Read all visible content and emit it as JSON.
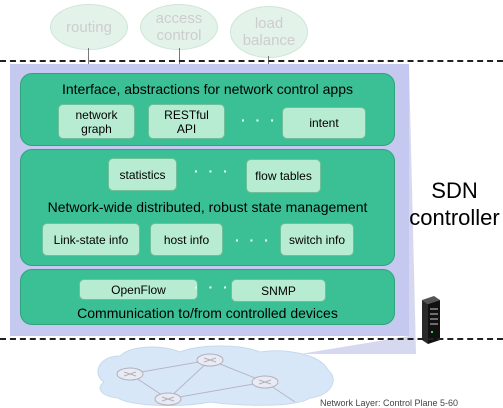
{
  "apps": [
    {
      "id": "routing",
      "label": "routing"
    },
    {
      "id": "access-control",
      "label": "access\ncontrol"
    },
    {
      "id": "load-balance",
      "label": "load\nbalance"
    }
  ],
  "controller": {
    "label": "SDN\ncontroller",
    "layers": {
      "interface": {
        "title": "Interface, abstractions for network control apps",
        "boxes": [
          "network\ngraph",
          "RESTful\nAPI",
          "intent"
        ],
        "ellipsis": "· · ·"
      },
      "state": {
        "title": "Network-wide distributed, robust  state management",
        "top_boxes": [
          "statistics",
          "flow tables"
        ],
        "bottom_boxes": [
          "Link-state info",
          "host info",
          "switch info"
        ],
        "ellipsis": "· · ·"
      },
      "communication": {
        "title": "Communication to/from controlled devices",
        "boxes": [
          "OpenFlow",
          "SNMP"
        ],
        "ellipsis": "· · ·"
      }
    }
  },
  "footer": "Network Layer: Control Plane  5-60"
}
